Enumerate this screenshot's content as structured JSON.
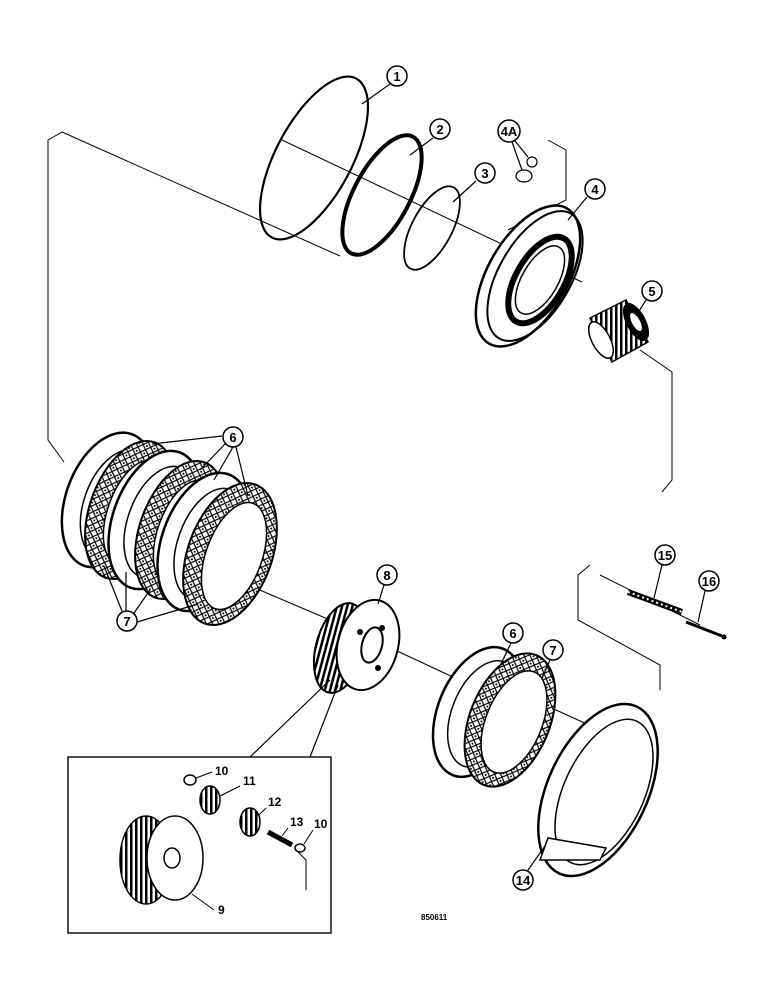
{
  "diagram": {
    "figure_number": "850611",
    "callouts": {
      "c1": "1",
      "c2": "2",
      "c3": "3",
      "c4a": "4A",
      "c4": "4",
      "c5": "5",
      "c6a": "6",
      "c7a": "7",
      "c8": "8",
      "c6b": "6",
      "c7b": "7",
      "c15": "15",
      "c16": "16",
      "c14": "14"
    },
    "inset_labels": {
      "l10a": "10",
      "l11": "11",
      "l12": "12",
      "l13": "13",
      "l10b": "10",
      "l9": "9"
    }
  }
}
